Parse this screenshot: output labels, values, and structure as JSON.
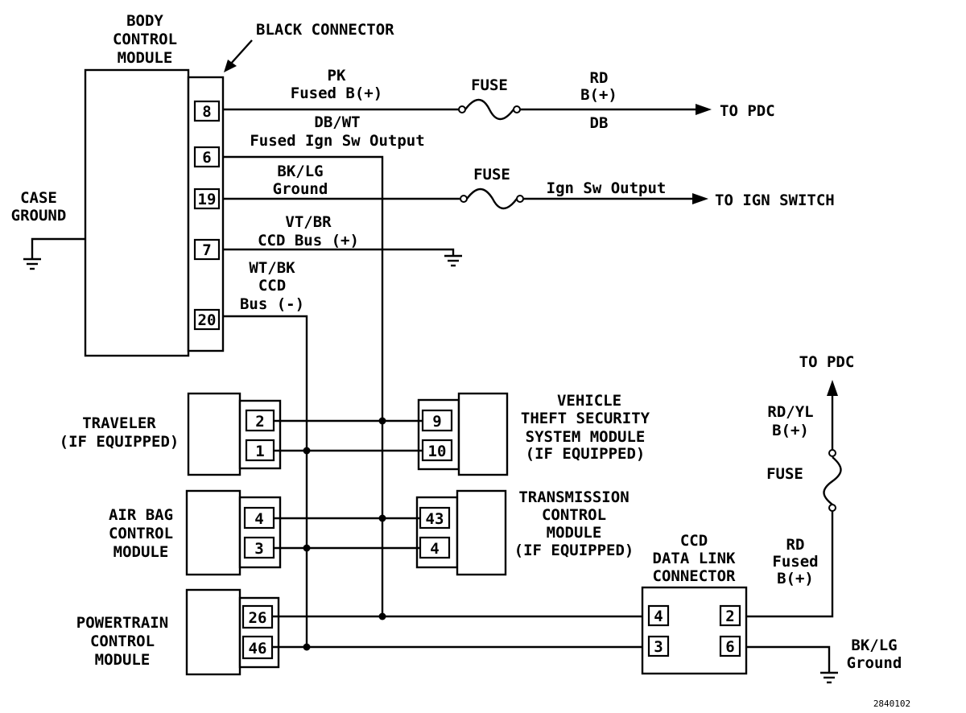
{
  "labels": {
    "bcm": [
      "BODY",
      "CONTROL",
      "MODULE"
    ],
    "black_connector": "BLACK CONNECTOR",
    "case_ground": [
      "CASE",
      "GROUND"
    ],
    "w8_color": "PK",
    "w8_name": "Fused B(+)",
    "fuse1": "FUSE",
    "rd1_color": "RD",
    "rd1_name": "B(+)",
    "db": "DB",
    "to_pdc_1": "TO PDC",
    "w6_color": "DB/WT",
    "w6_name": "Fused Ign Sw Output",
    "w19_color": "BK/LG",
    "w19_name": "Ground",
    "fuse2": "FUSE",
    "ign_sw_output": "Ign Sw Output",
    "to_ign_switch": "TO IGN SWITCH",
    "w7_color": "VT/BR",
    "w7_name": "CCD Bus (+)",
    "w20_color": "WT/BK",
    "w20_name": [
      "CCD",
      "Bus (-)"
    ],
    "traveler": [
      "TRAVELER",
      "(IF EQUIPPED)"
    ],
    "vtss": [
      "VEHICLE",
      "THEFT SECURITY",
      "SYSTEM MODULE",
      "(IF EQUIPPED)"
    ],
    "airbag": [
      "AIR BAG",
      "CONTROL",
      "MODULE"
    ],
    "tcm": [
      "TRANSMISSION",
      "CONTROL",
      "MODULE",
      "(IF EQUIPPED)"
    ],
    "pcm": [
      "POWERTRAIN",
      "CONTROL",
      "MODULE"
    ],
    "dlc": [
      "CCD",
      "DATA LINK",
      "CONNECTOR"
    ],
    "to_pdc_2": "TO PDC",
    "rdyl_color": "RD/YL",
    "rdyl_name": "B(+)",
    "fuse3": "FUSE",
    "rd2": [
      "RD",
      "Fused",
      "B(+)"
    ],
    "bklg2": [
      "BK/LG",
      "Ground"
    ],
    "figure_id": "2840102"
  },
  "pins": {
    "bcm": [
      "8",
      "6",
      "19",
      "7",
      "20"
    ],
    "traveler": [
      "2",
      "1"
    ],
    "vtss": [
      "9",
      "10"
    ],
    "airbag": [
      "4",
      "3"
    ],
    "tcm": [
      "43",
      "4"
    ],
    "pcm": [
      "26",
      "46"
    ],
    "dlc_left": [
      "4",
      "3"
    ],
    "dlc_right": [
      "2",
      "6"
    ]
  }
}
